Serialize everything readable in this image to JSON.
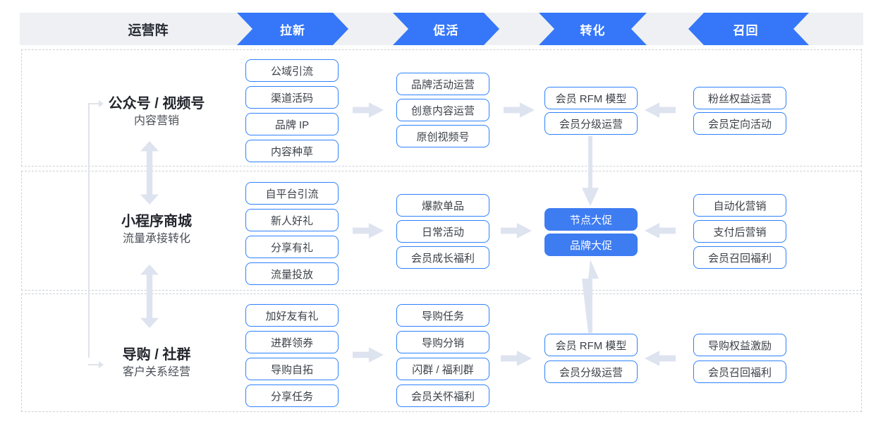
{
  "header": {
    "matrix_label": "运营阵",
    "stages": [
      {
        "label": "拉新",
        "direction": "right"
      },
      {
        "label": "促活",
        "direction": "right"
      },
      {
        "label": "转化",
        "direction": "converge"
      },
      {
        "label": "召回",
        "direction": "left"
      }
    ]
  },
  "rows": [
    {
      "title": "公众号 / 视频号",
      "subtitle": "内容营销",
      "col1": [
        "公域引流",
        "渠道活码",
        "品牌 IP",
        "内容种草"
      ],
      "col2": [
        "品牌活动运营",
        "创意内容运营",
        "原创视频号"
      ],
      "col3": [
        "会员 RFM 模型",
        "会员分级运营"
      ],
      "col4": [
        "粉丝权益运营",
        "会员定向活动"
      ]
    },
    {
      "title": "小程序商城",
      "subtitle": "流量承接转化",
      "col1": [
        "自平台引流",
        "新人好礼",
        "分享有礼",
        "流量投放"
      ],
      "col2": [
        "爆款单品",
        "日常活动",
        "会员成长福利"
      ],
      "col3": [
        "节点大促",
        "品牌大促"
      ],
      "col4": [
        "自动化营销",
        "支付后营销",
        "会员召回福利"
      ]
    },
    {
      "title": "导购 / 社群",
      "subtitle": "客户关系经营",
      "col1": [
        "加好友有礼",
        "进群领券",
        "导购自拓",
        "分享任务"
      ],
      "col2": [
        "导购任务",
        "导购分销",
        "闪群 / 福利群",
        "会员关怀福利"
      ],
      "col3": [
        "会员 RFM 模型",
        "会员分级运营"
      ],
      "col4": [
        "导购权益激励",
        "会员召回福利"
      ]
    }
  ],
  "icons": {
    "flow_arrow_right": "chunky right arrow (CSS clip-path)",
    "flow_arrow_left": "chunky left arrow (CSS clip-path)",
    "rows_exchange_arrow": "vertical double-headed arrow (CSS clip-path)",
    "center_connector": "vertical single-head arrow (CSS clip-path)",
    "bracket_connector": "left bracket line with right-pointing tips"
  },
  "colors": {
    "stage_blue": "#3577f8",
    "box_border_blue": "#2e82fc",
    "solid_box_blue": "#3e7cf1",
    "arrow_gray": "#dde3ef",
    "header_bg": "#eef0f3",
    "dashed_border": "#cdd1d7",
    "text_dark": "#23262d"
  }
}
